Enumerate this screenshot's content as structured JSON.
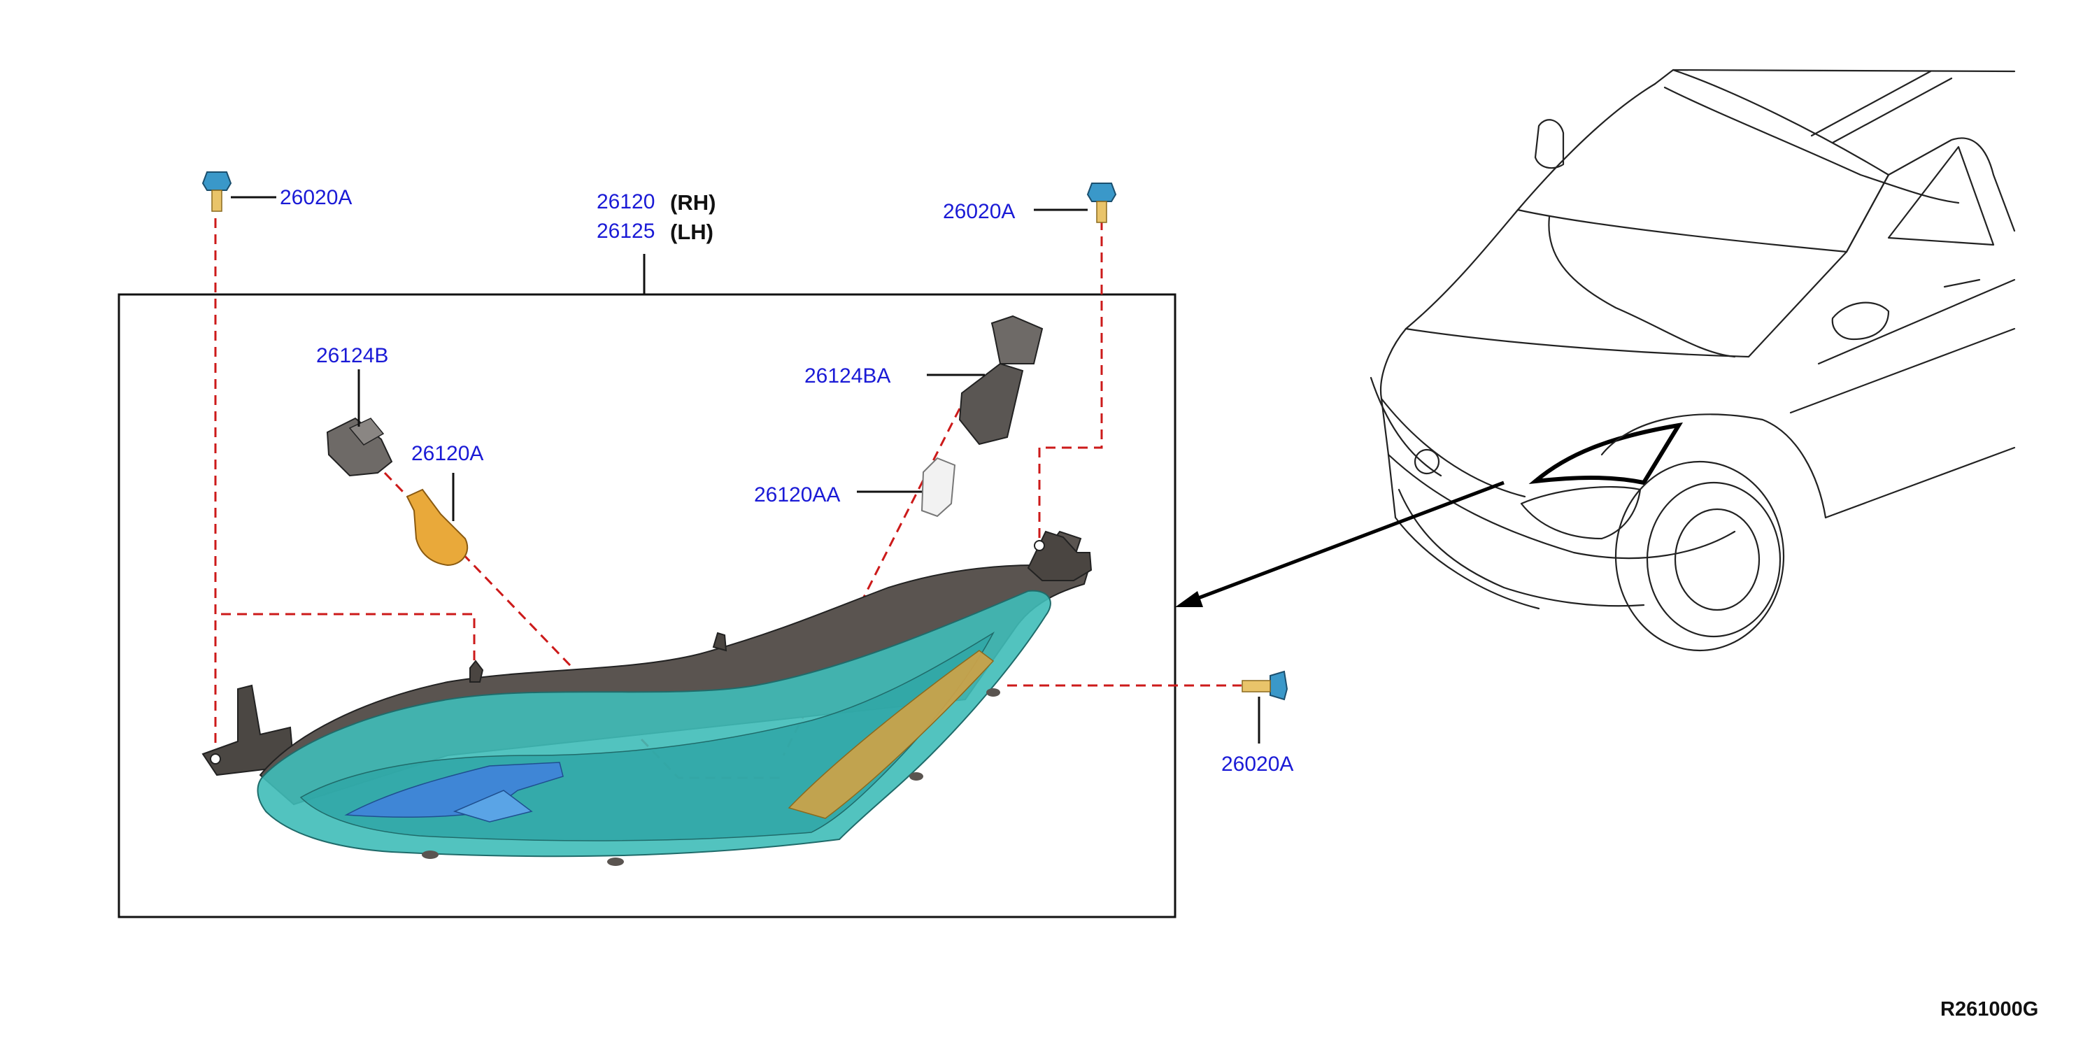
{
  "labels": {
    "bolt_top_left": "26020A",
    "assembly_rh_num": "26120",
    "assembly_rh_side": "(RH)",
    "assembly_lh_num": "26125",
    "assembly_lh_side": "(LH)",
    "bolt_top_right": "26020A",
    "socket_left": "26124B",
    "bulb_left": "26120A",
    "socket_right": "26124BA",
    "bulb_right": "26120AA",
    "bolt_side": "26020A"
  },
  "figure_code": "R261000G",
  "colors": {
    "part_label": "#1a1ad6",
    "dashed_line": "#cc1a1a",
    "lens": "#3fbdb8",
    "housing": "#5a5450",
    "bolt": "#3a98c9",
    "amber": "#e9a93a"
  }
}
